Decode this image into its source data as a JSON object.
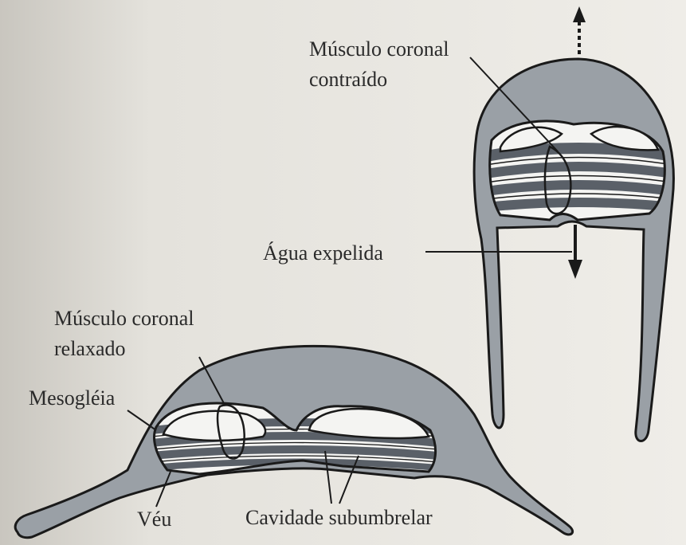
{
  "diagram": {
    "labels": {
      "coronal_contracted_line1": "Músculo coronal",
      "coronal_contracted_line2": "contraído",
      "water_expelled": "Água expelida",
      "coronal_relaxed_line1": "Músculo coronal",
      "coronal_relaxed_line2": "relaxado",
      "mesoglea": "Mesogléia",
      "veil": "Véu",
      "subumbrellar_cavity": "Cavidade subumbrelar"
    },
    "colors": {
      "mesoglea_fill": "#9aa0a6",
      "outline": "#1a1a1a",
      "muscle_band": "#5a6068",
      "cavity_fill": "#f4f4f2",
      "background": "#eceae5"
    }
  }
}
